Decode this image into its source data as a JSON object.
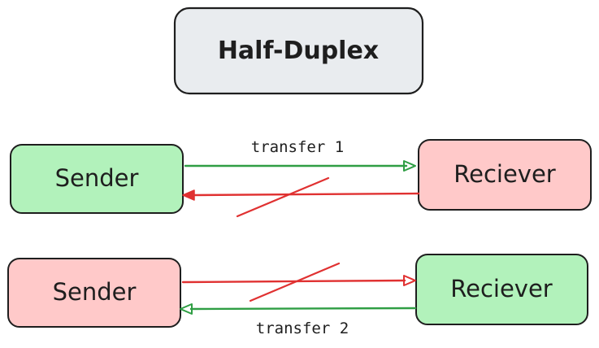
{
  "title": "Half-Duplex",
  "colors": {
    "title_fill": "#e9ecef",
    "green_fill": "#b2f2bb",
    "red_fill": "#ffc9c9",
    "green_stroke": "#2f9e44",
    "red_stroke": "#e03131",
    "outline": "#1e1e1e"
  },
  "rows": [
    {
      "sender_label": "Sender",
      "receiver_label": "Reciever",
      "sender_fill": "green",
      "receiver_fill": "red",
      "transfer_label": "transfer 1",
      "active_direction": "sender-to-receiver",
      "blocked_direction": "receiver-to-sender"
    },
    {
      "sender_label": "Sender",
      "receiver_label": "Reciever",
      "sender_fill": "red",
      "receiver_fill": "green",
      "transfer_label": "transfer 2",
      "active_direction": "receiver-to-sender",
      "blocked_direction": "sender-to-receiver"
    }
  ]
}
